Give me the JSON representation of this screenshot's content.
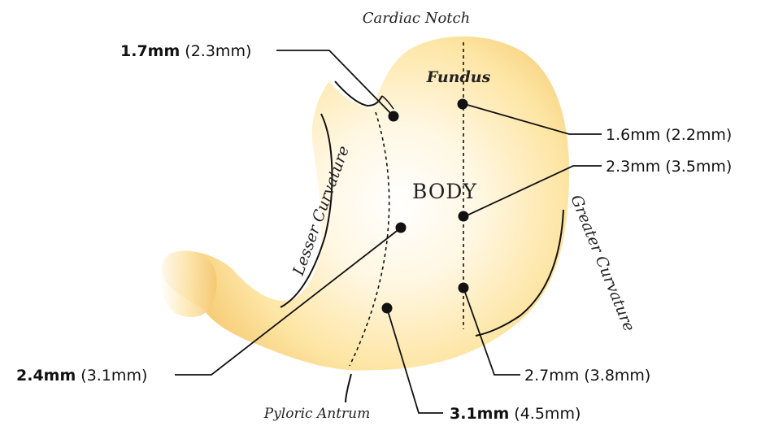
{
  "diagram": {
    "regions": {
      "cardiac_notch": "Cardiac Notch",
      "fundus": "Fundus",
      "body": "BODY",
      "lesser_curvature": "Lesser Curvature",
      "greater_curvature": "Greater Curvature",
      "pyloric_antrum": "Pyloric Antrum"
    },
    "measurements": [
      {
        "id": "m1",
        "primary": "1.7mm",
        "secondary": " (2.3mm)",
        "emphasis": true
      },
      {
        "id": "m2",
        "primary": "1.6mm",
        "secondary": " (2.2mm)",
        "emphasis": false
      },
      {
        "id": "m3",
        "primary": "2.3mm",
        "secondary": " (3.5mm)",
        "emphasis": false
      },
      {
        "id": "m4",
        "primary": "2.4mm",
        "secondary": " (3.1mm)",
        "emphasis": true
      },
      {
        "id": "m5",
        "primary": "2.7mm",
        "secondary": " (3.8mm)",
        "emphasis": false
      },
      {
        "id": "m6",
        "primary": "3.1mm",
        "secondary": " (4.5mm)",
        "emphasis": true
      }
    ],
    "colors": {
      "stomach_fill": "#fde7a8",
      "stomach_edge": "#f2bd55",
      "outline": "#111111"
    }
  }
}
